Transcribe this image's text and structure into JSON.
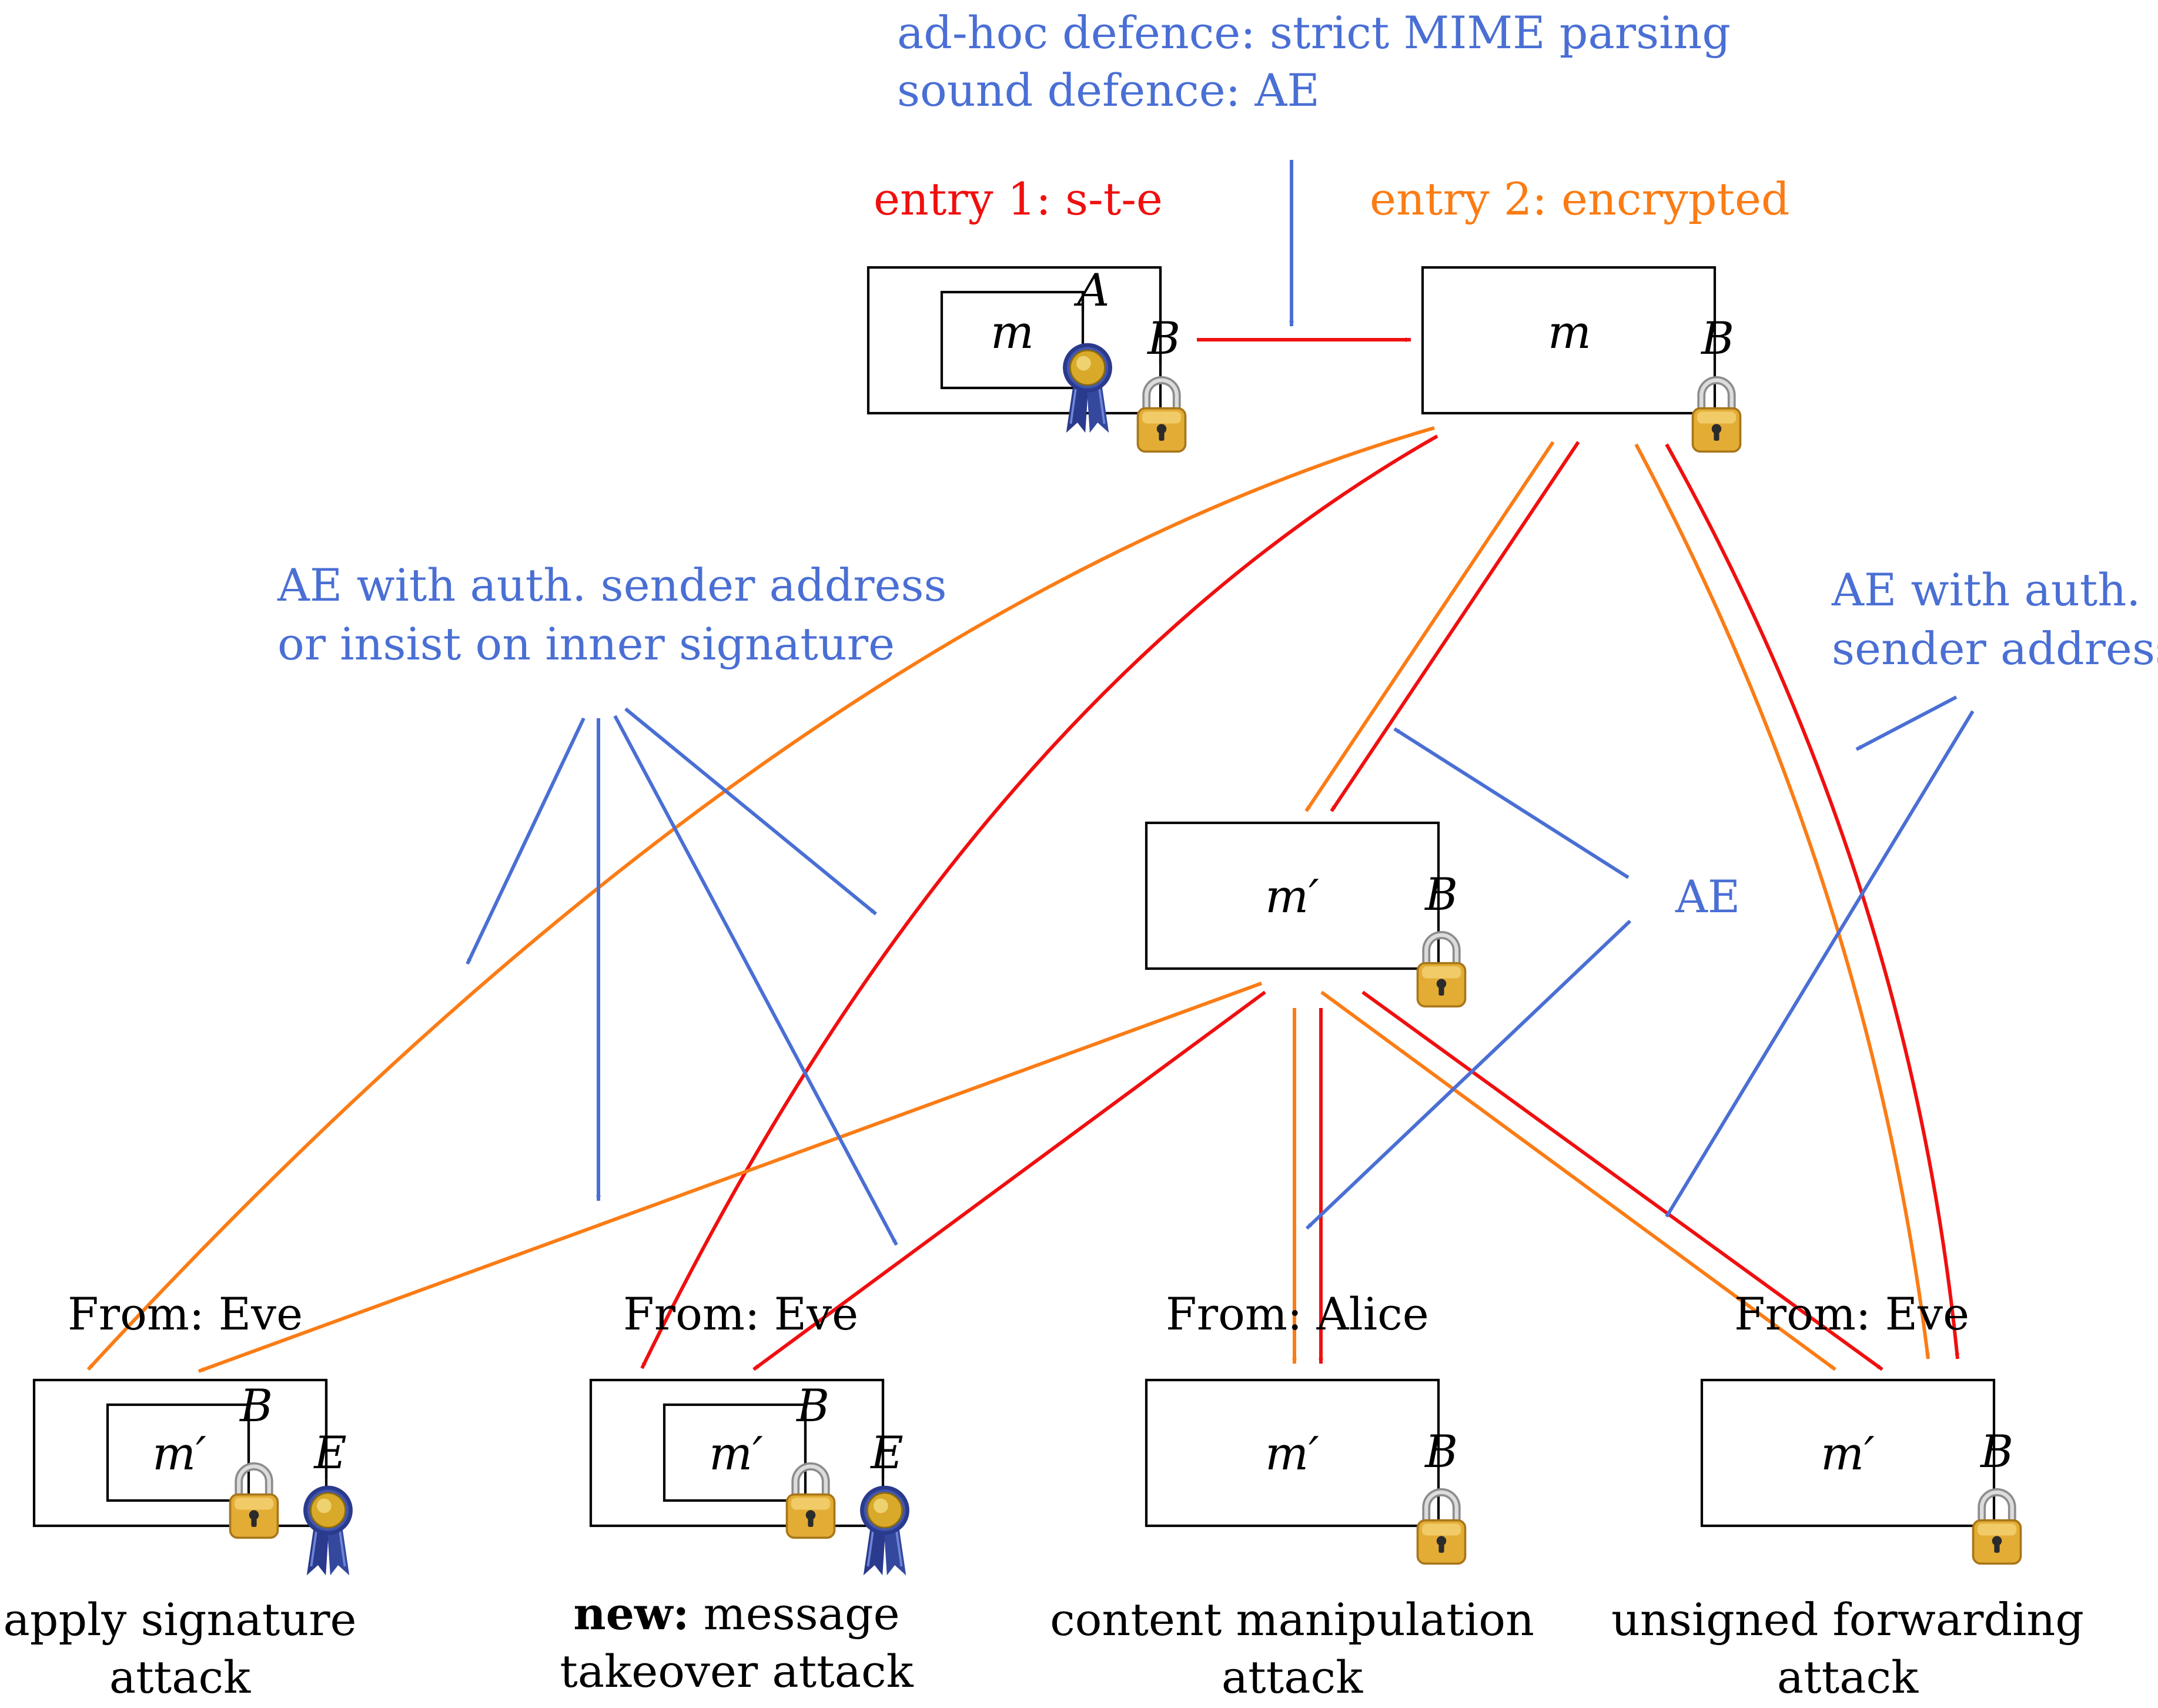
{
  "colors": {
    "red": "#f00f0f",
    "orange": "#fb7c15",
    "blue": "#4a6fd4",
    "text": "#000000",
    "lock_body": "#e6b43c",
    "lock_shackle": "#b4b4b4",
    "ribbon": "#2a3a8c",
    "seal": "#d9a92a"
  },
  "top_note": {
    "line1": "ad-hoc defence: strict MIME parsing",
    "line2": "sound defence: AE"
  },
  "entries": {
    "entry1": "entry 1: s-t-e",
    "entry2": "entry 2: encrypted"
  },
  "left_note": {
    "line1": "AE with auth. sender address",
    "line2": "or insist on inner signature"
  },
  "right_note": {
    "line1": "AE with auth.",
    "line2": "sender address"
  },
  "ae_label": "AE",
  "message_symbols": {
    "m": "m",
    "m_prime": "m′"
  },
  "key_labels": {
    "A": "A",
    "B": "B",
    "E": "E"
  },
  "boxes": {
    "entry1_box": {
      "outer_key": "B",
      "inner_key": "A",
      "message": "m",
      "icons": [
        "seal-icon",
        "lock-icon"
      ]
    },
    "entry2_box": {
      "key": "B",
      "message": "m",
      "icons": [
        "lock-icon"
      ]
    },
    "middle_box": {
      "key": "B",
      "message": "m′",
      "icons": [
        "lock-icon"
      ]
    }
  },
  "attacks": [
    {
      "id": "apply-signature",
      "from": "From: Eve",
      "label_bold": "",
      "label_line1": "apply signature",
      "label_line2": "attack",
      "outer_key": "E",
      "inner_key": "B",
      "message": "m′"
    },
    {
      "id": "message-takeover",
      "from": "From: Eve",
      "label_bold": "new:",
      "label_line1": " message",
      "label_line2": "takeover attack",
      "outer_key": "E",
      "inner_key": "B",
      "message": "m′"
    },
    {
      "id": "content-manipulation",
      "from": "From: Alice",
      "label_bold": "",
      "label_line1": "content manipulation",
      "label_line2": "attack",
      "key": "B",
      "message": "m′"
    },
    {
      "id": "unsigned-forwarding",
      "from": "From: Eve",
      "label_bold": "",
      "label_line1": "unsigned forwarding",
      "label_line2": "attack",
      "key": "B",
      "message": "m′"
    }
  ]
}
